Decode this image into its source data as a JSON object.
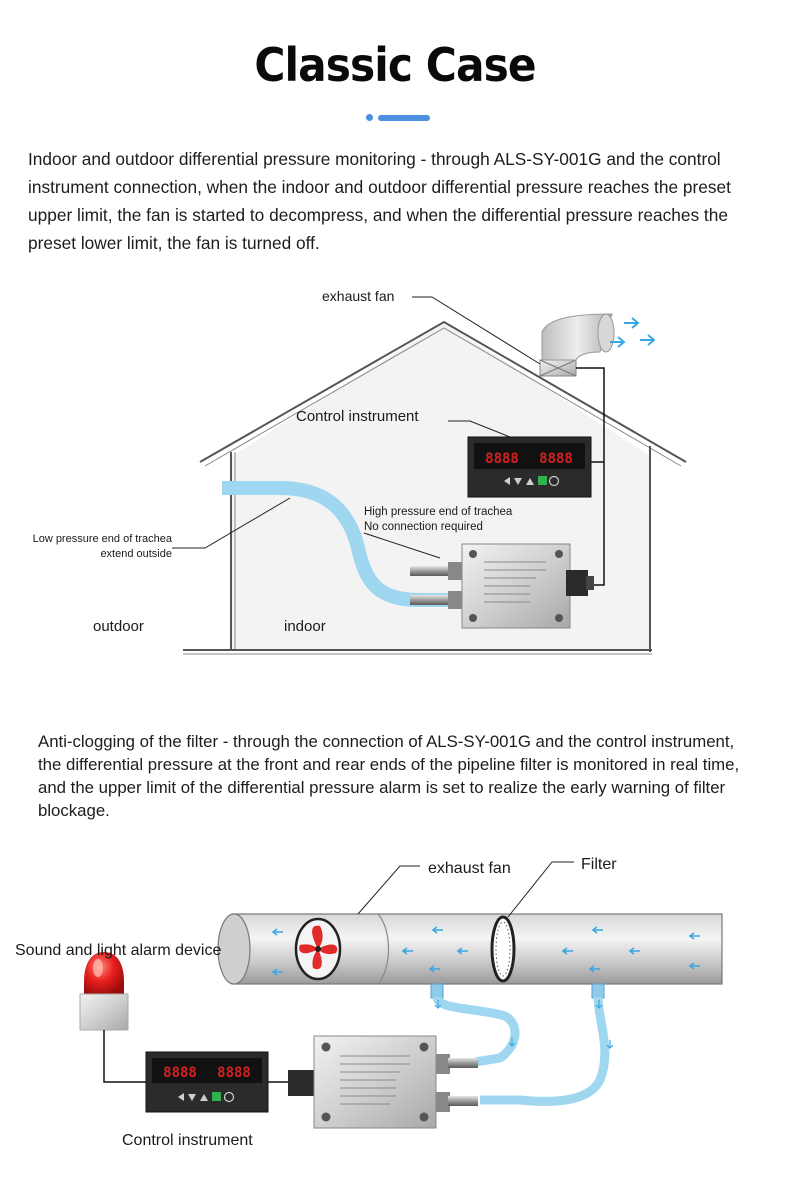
{
  "header": {
    "title": "Classic Case"
  },
  "case1": {
    "description": "Indoor and outdoor differential pressure monitoring - through ALS-SY-001G and the control instrument connection, when the indoor and outdoor differential pressure reaches the preset upper limit, the fan is started to decompress, and when the differential pressure reaches the preset lower limit, the fan is turned off.",
    "labels": {
      "exhaust_fan": "exhaust fan",
      "control_instrument": "Control instrument",
      "high_pressure_line1": "High pressure end of trachea",
      "high_pressure_line2": "No connection required",
      "low_pressure_line1": "Low pressure end of trachea",
      "low_pressure_line2": "extend outside",
      "outdoor": "outdoor",
      "indoor": "indoor"
    }
  },
  "case2": {
    "description": "Anti-clogging of the filter - through the connection of ALS-SY-001G and the control instrument, the differential pressure at the front and rear ends of the pipeline filter is monitored in real time, and the upper limit of the differential pressure alarm is set to realize the early warning of filter blockage.",
    "labels": {
      "exhaust_fan": "exhaust fan",
      "filter": "Filter",
      "alarm": "Sound and light alarm device",
      "control_instrument": "Control instrument"
    }
  },
  "instrument": {
    "display_value": "8888"
  },
  "colors": {
    "accent": "#4a8fe0",
    "tube": "#9fd6f0",
    "arrow": "#3aa8e0",
    "display": "#d42020",
    "alarm": "#e81e1e"
  }
}
